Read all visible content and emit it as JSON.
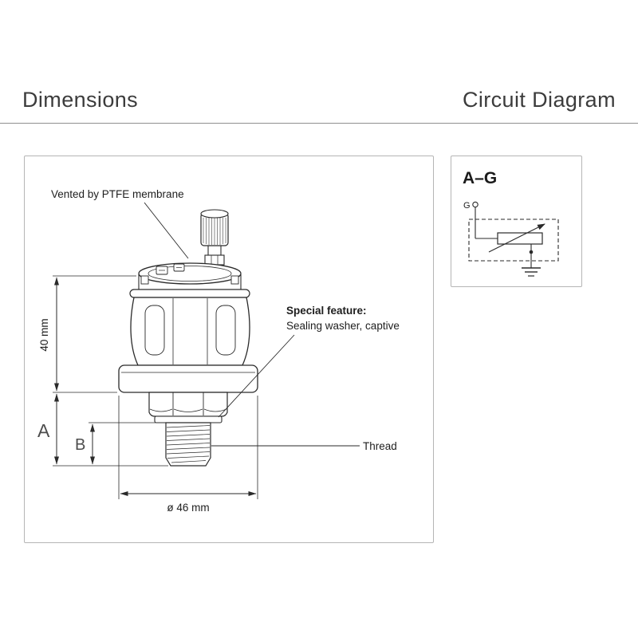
{
  "header": {
    "title_left": "Dimensions",
    "title_right": "Circuit Diagram"
  },
  "dimensions_panel": {
    "vented_label": "Vented by PTFE membrane",
    "height_label": "40 mm",
    "dim_a": "A",
    "dim_b": "B",
    "special_feature_title": "Special feature:",
    "special_feature_text": "Sealing washer, captive",
    "thread_label": "Thread",
    "diameter_label": "ø 46 mm"
  },
  "circuit_panel": {
    "title": "A–G",
    "terminal_label": "G"
  },
  "colors": {
    "ink": "#2a2a2a",
    "panel_border": "#b5b5b5",
    "heading_text": "#3c3c3c"
  }
}
